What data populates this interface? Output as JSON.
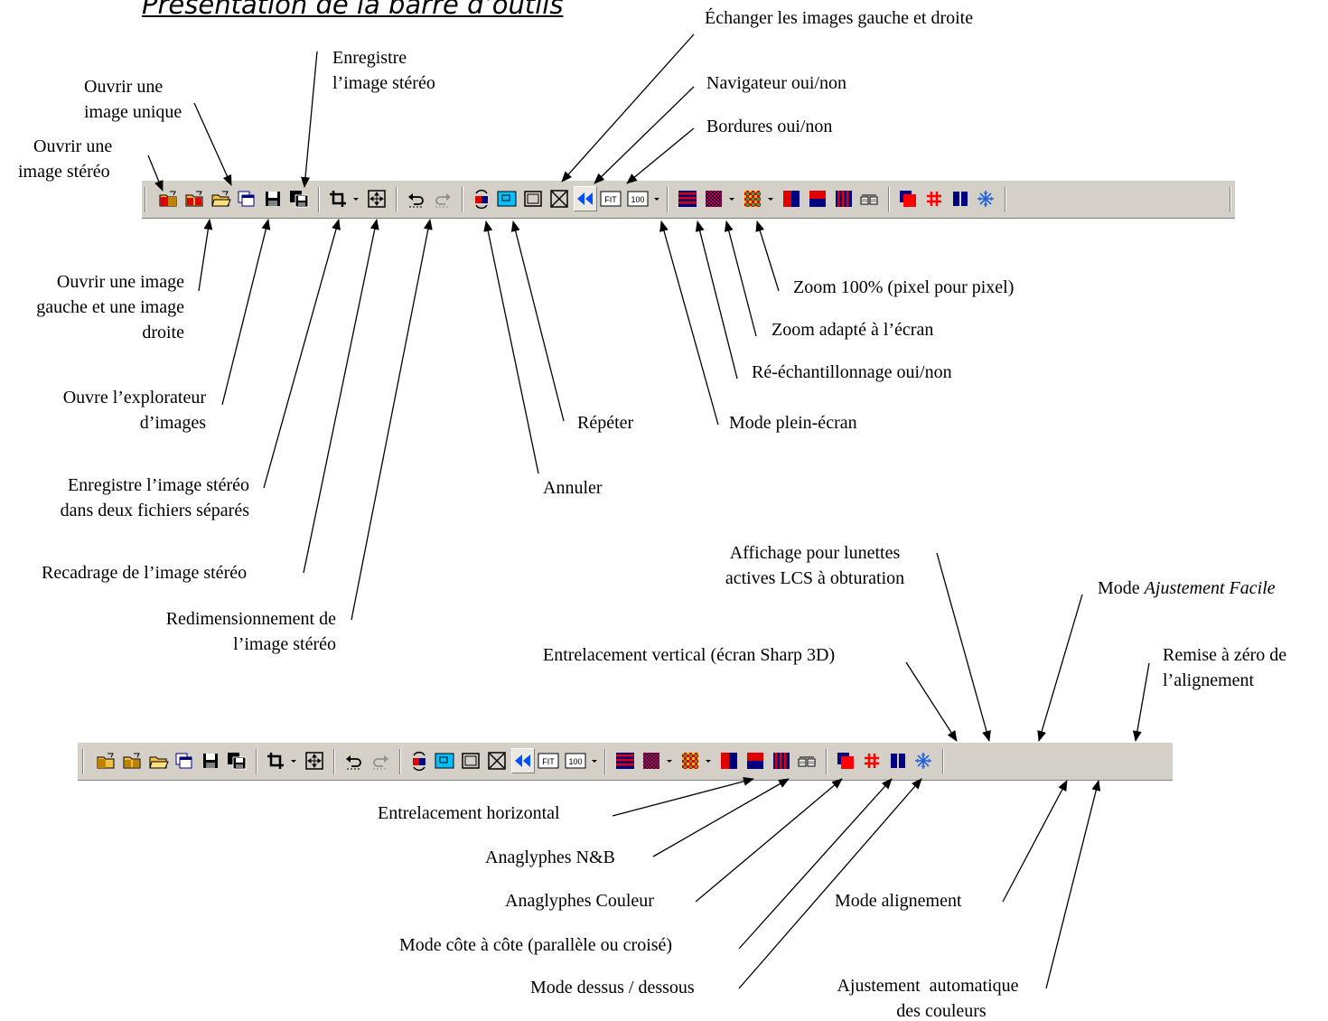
{
  "title": "Présentation de la barre d’outils",
  "labels": {
    "swap": "Échanger les images gauche et droite",
    "save_stereo_1": "Enregistre",
    "save_stereo_2": "l’image stéréo",
    "open_single_1": "Ouvrir une",
    "open_single_2": "image unique",
    "navigator": "Navigateur oui/non",
    "borders": "Bordures oui/non",
    "open_stereo_1": "Ouvrir une",
    "open_stereo_2": "image stéréo",
    "open_lr_1": "Ouvrir une image",
    "open_lr_2": "gauche et une image",
    "open_lr_3": "droite",
    "zoom100": "Zoom 100% (pixel pour pixel)",
    "zoomfit": "Zoom adapté à l’écran",
    "resample": "Ré-échantillonnage oui/non",
    "explorer_1": "Ouvre l’explorateur",
    "explorer_2": "d’images",
    "repeat": "Répéter",
    "fullscreen": "Mode plein-écran",
    "save_sep_1": "Enregistre l’image stéréo",
    "save_sep_2": "dans deux fichiers séparés",
    "undo": "Annuler",
    "crop": "Recadrage de l’image stéréo",
    "resize_1": "Redimensionnement de",
    "resize_2": "l’image stéréo",
    "lcs_1": "Affichage pour lunettes",
    "lcs_2": "actives LCS à obturation",
    "easy_fit_prefix": "Mode ",
    "easy_fit_italic": "Ajustement Facile",
    "reset_1": "Remise à zéro de",
    "reset_2": "l’alignement",
    "vertical_interlace": "Entrelacement vertical (écran Sharp 3D)",
    "horizontal_interlace": "Entrelacement horizontal",
    "anaglyph_bw": "Anaglyphes N&B",
    "anaglyph_color": "Anaglyphes Couleur",
    "side_by_side": "Mode côte à côte (parallèle ou croisé)",
    "over_under": "Mode dessus / dessous",
    "alignment": "Mode alignement",
    "auto_color_1": "Ajustement  automatique",
    "auto_color_2": "des couleurs"
  },
  "toolbar": {
    "fit_text": "FIT",
    "zoom_text": "100"
  },
  "colors": {
    "toolbar_bg": "#d4d0c8",
    "red": "#ff0000",
    "blue": "#000080",
    "cyan": "#00c0ff",
    "folder": "#f0c040"
  }
}
